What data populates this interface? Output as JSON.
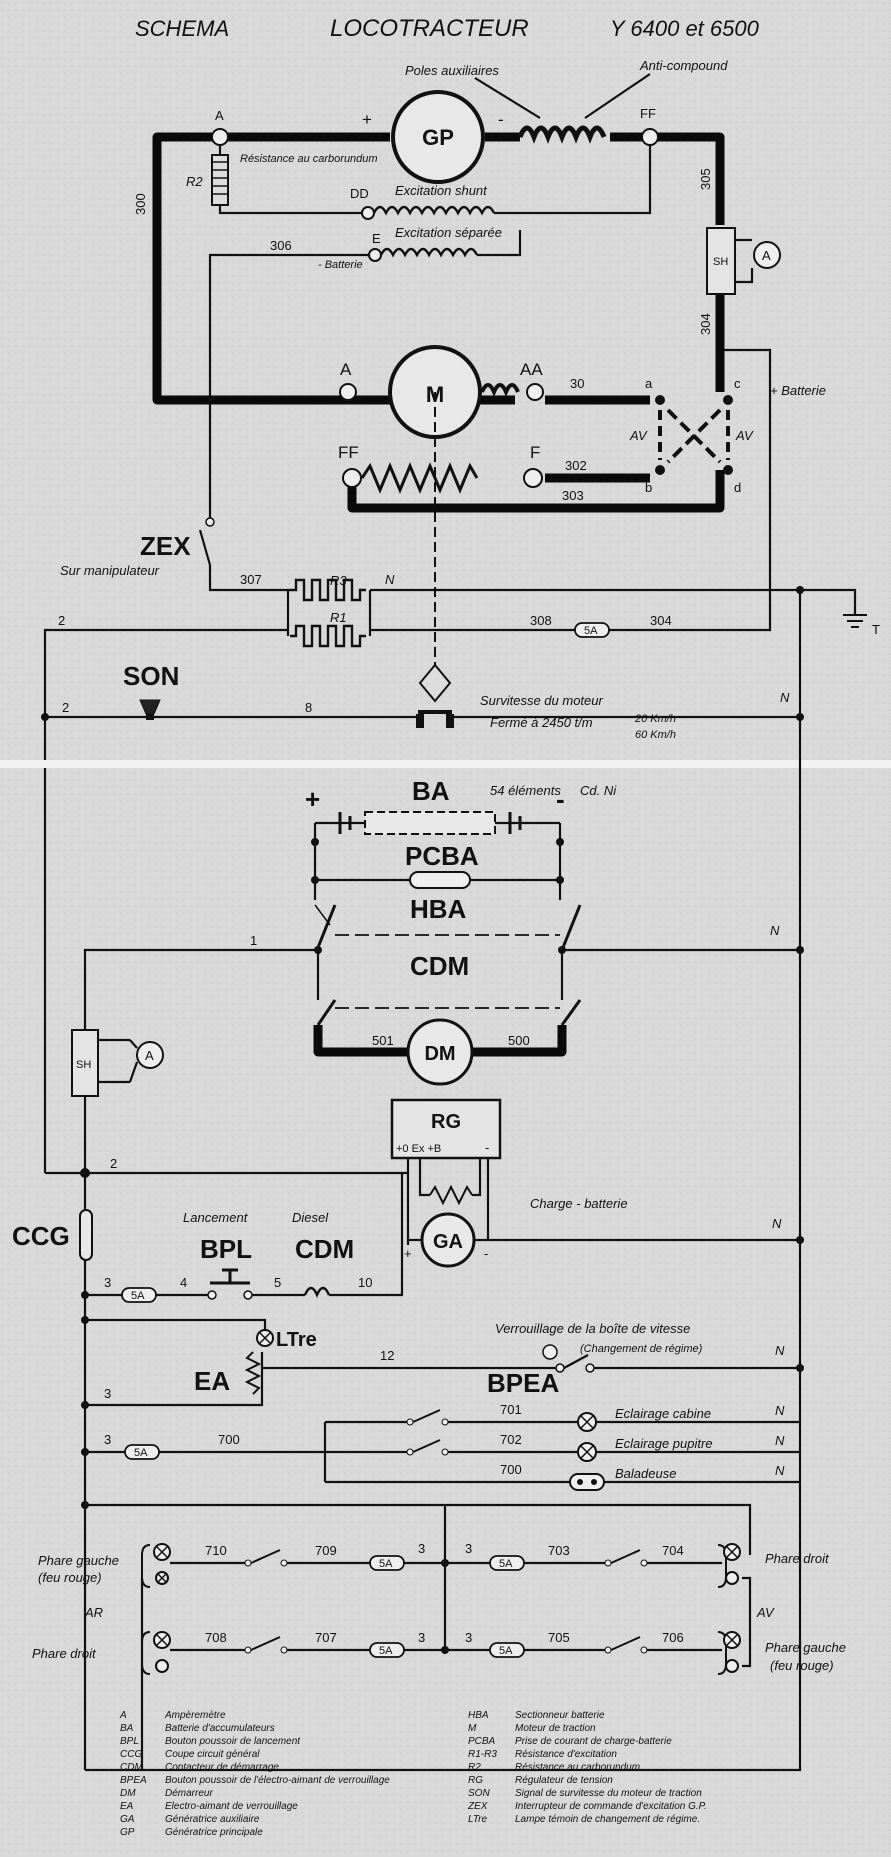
{
  "header": {
    "schema": "SCHEMA",
    "title": "LOCOTRACTEUR",
    "model": "Y 6400 et 6500"
  },
  "top": {
    "gp": "GP",
    "m": "M",
    "a1": "A",
    "plus": "+",
    "minus": "-",
    "ff1": "FF",
    "poles_aux": "Poles auxiliaires",
    "anti_compound": "Anti-compound",
    "r2": "R2",
    "res_carb": "Résistance au carborundum",
    "dd": "DD",
    "exc_shunt": "Excitation shunt",
    "e": "E",
    "exc_sep": "Excitation séparée",
    "n306": "306",
    "batterie_neg": "- Batterie",
    "n300": "300",
    "n305": "305",
    "sh": "SH",
    "amp": "A",
    "n304": "304",
    "a2": "A",
    "aa": "AA",
    "n30": "30",
    "wa": "a",
    "wc": "c",
    "plus_batterie": "+ Batterie",
    "av1": "AV",
    "av2": "AV",
    "wb": "b",
    "wd": "d",
    "ff2": "FF",
    "f": "F",
    "n302": "302",
    "n303": "303",
    "zex": "ZEX",
    "sur_manip": "Sur manipulateur",
    "n307": "307",
    "r3": "R3",
    "n_n1": "N",
    "n2a": "2",
    "r1": "R1",
    "n308": "308",
    "fuse5a": "5A",
    "n304b": "304",
    "t": "T",
    "son": "SON",
    "n2b": "2",
    "n8": "8",
    "n_n2": "N",
    "survitesse": "Survitesse du moteur",
    "ferme": "Fermé à 2450 t/m",
    "v20": "20 Km/h",
    "v60": "60 Km/h"
  },
  "bottom": {
    "ba": "BA",
    "elements": "54 éléments",
    "cdni": "Cd. Ni",
    "bplus": "+",
    "bminus": "-",
    "pcba": "PCBA",
    "hba": "HBA",
    "n1": "1",
    "n_n1": "N",
    "cdm": "CDM",
    "dm": "DM",
    "n501": "501",
    "n500": "500",
    "sh": "SH",
    "amp": "A",
    "rg": "RG",
    "rg_term": "+0 Ex +B",
    "rg_minus": "-",
    "n2": "2",
    "charge_batt": "Charge - batterie",
    "ga": "GA",
    "gplus": "+",
    "gminus": "-",
    "n_n2": "N",
    "ccg": "CCG",
    "n3a": "3",
    "fuse5a1": "5A",
    "n4": "4",
    "lancement": "Lancement",
    "diesel": "Diesel",
    "bpl": "BPL",
    "cdm2": "CDM",
    "n5": "5",
    "n10": "10",
    "ltre": "LTre",
    "ea": "EA",
    "n12": "12",
    "n3b": "3",
    "verrouillage": "Verrouillage de la boîte de vitesse",
    "chg_regime": "(Changement de régime)",
    "bpea": "BPEA",
    "n_n3": "N",
    "n3c": "3",
    "fuse5a2": "5A",
    "n700": "700",
    "n701": "701",
    "n702": "702",
    "n700b": "700",
    "ecl_cabine": "Eclairage cabine",
    "ecl_pupitre": "Eclairage pupitre",
    "baladeuse": "Baladeuse",
    "n_n4": "N",
    "n_n5": "N",
    "n_n6": "N",
    "phare_gauche_l": "Phare gauche",
    "feu_rouge_l": "(feu rouge)",
    "ar": "AR",
    "phare_droit_l": "Phare droit",
    "n710": "710",
    "n709": "709",
    "fuse5a3": "5A",
    "n3d": "3",
    "n708": "708",
    "n707": "707",
    "fuse5a4": "5A",
    "n3e": "3",
    "n3f": "3",
    "fuse5a5": "5A",
    "n703": "703",
    "n704": "704",
    "n3g": "3",
    "fuse5a6": "5A",
    "n705": "705",
    "n706": "706",
    "phare_droit_r": "Phare droit",
    "av": "AV",
    "phare_gauche_r": "Phare gauche",
    "feu_rouge_r": "(feu rouge)"
  },
  "legend_left": [
    {
      "code": "A",
      "desc": "Ampèremètre"
    },
    {
      "code": "BA",
      "desc": "Batterie d'accumulateurs"
    },
    {
      "code": "BPL",
      "desc": "Bouton poussoir de lancement"
    },
    {
      "code": "CCG",
      "desc": "Coupe circuit général"
    },
    {
      "code": "CDM",
      "desc": "Contacteur de démarrage"
    },
    {
      "code": "BPEA",
      "desc": "Bouton poussoir de l'électro-aimant de verrouillage"
    },
    {
      "code": "DM",
      "desc": "Démarreur"
    },
    {
      "code": "EA",
      "desc": "Electro-aimant de verrouillage"
    },
    {
      "code": "GA",
      "desc": "Génératrice auxiliaire"
    },
    {
      "code": "GP",
      "desc": "Génératrice principale"
    }
  ],
  "legend_right": [
    {
      "code": "HBA",
      "desc": "Sectionneur batterie"
    },
    {
      "code": "M",
      "desc": "Moteur de traction"
    },
    {
      "code": "PCBA",
      "desc": "Prise de courant de charge-batterie"
    },
    {
      "code": "R1-R3",
      "desc": "Résistance d'excitation"
    },
    {
      "code": "R2",
      "desc": "Résistance au carborundum"
    },
    {
      "code": "RG",
      "desc": "Régulateur de tension"
    },
    {
      "code": "SON",
      "desc": "Signal de survitesse du moteur de traction"
    },
    {
      "code": "ZEX",
      "desc": "Interrupteur de commande d'excitation G.P."
    },
    {
      "code": "LTre",
      "desc": "Lampe témoin de changement de régime."
    }
  ]
}
